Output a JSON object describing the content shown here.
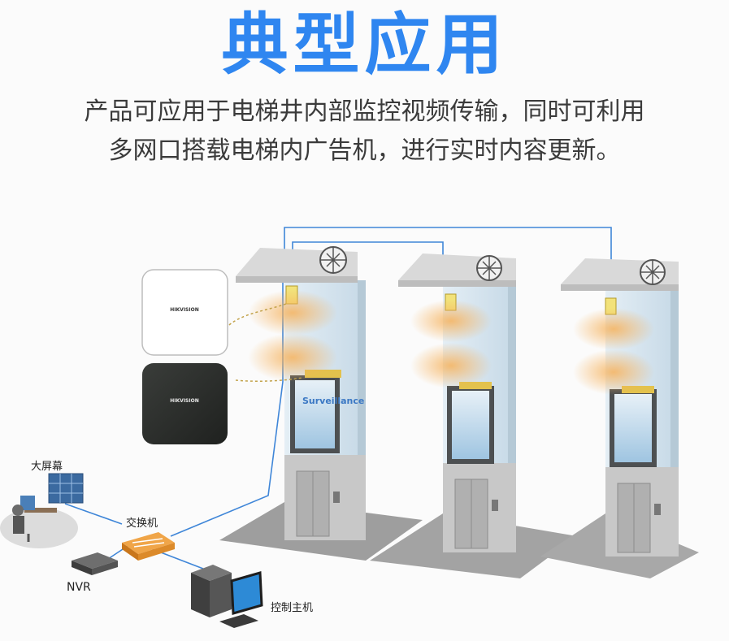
{
  "title": "典型应用",
  "description": {
    "line1": "产品可应用于电梯井内部监控视频传输，同时可利用",
    "line2": "多网口搭载电梯内广告机，进行实时内容更新。"
  },
  "diagram": {
    "shaft_label": "Surveillance",
    "device_brand": "HIKVISION",
    "labels": {
      "big_screen": "大屏幕",
      "switch": "交换机",
      "nvr": "NVR",
      "control_host": "控制主机"
    }
  },
  "colors": {
    "title": "#2f86f0",
    "shaft": "#d7e5ef",
    "cable": "#3f86d8",
    "switch": "#e8922b",
    "glow": "#f6b25c"
  }
}
